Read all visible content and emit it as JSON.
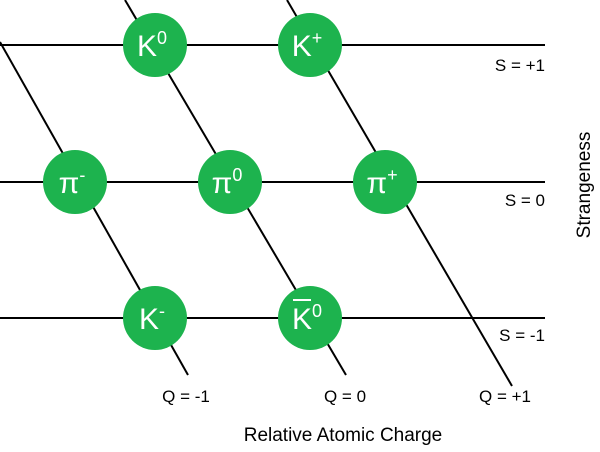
{
  "colors": {
    "particle_fill": "#1db34e",
    "line": "#000000",
    "text_on_particle": "#ffffff"
  },
  "strangeness_labels": [
    "S = +1",
    "S = 0",
    "S = -1"
  ],
  "charge_labels": [
    "Q = -1",
    "Q = 0",
    "Q = +1"
  ],
  "x_axis_label": "Relative Atomic Charge",
  "y_axis_label": "Strangeness",
  "particles": [
    {
      "name": "K-zero",
      "base": "K",
      "sup": "0",
      "overbar": false,
      "strangeness": 1,
      "charge": 0
    },
    {
      "name": "K-plus",
      "base": "K",
      "sup": "+",
      "overbar": false,
      "strangeness": 1,
      "charge": 1
    },
    {
      "name": "pi-minus",
      "base": "π",
      "sup": "-",
      "overbar": false,
      "strangeness": 0,
      "charge": -1
    },
    {
      "name": "pi-zero",
      "base": "π",
      "sup": "0",
      "overbar": false,
      "strangeness": 0,
      "charge": 0
    },
    {
      "name": "pi-plus",
      "base": "π",
      "sup": "+",
      "overbar": false,
      "strangeness": 0,
      "charge": 1
    },
    {
      "name": "K-minus",
      "base": "K",
      "sup": "-",
      "overbar": false,
      "strangeness": -1,
      "charge": -1
    },
    {
      "name": "anti-K-zero",
      "base": "K",
      "sup": "0",
      "overbar": true,
      "strangeness": -1,
      "charge": 0
    }
  ]
}
